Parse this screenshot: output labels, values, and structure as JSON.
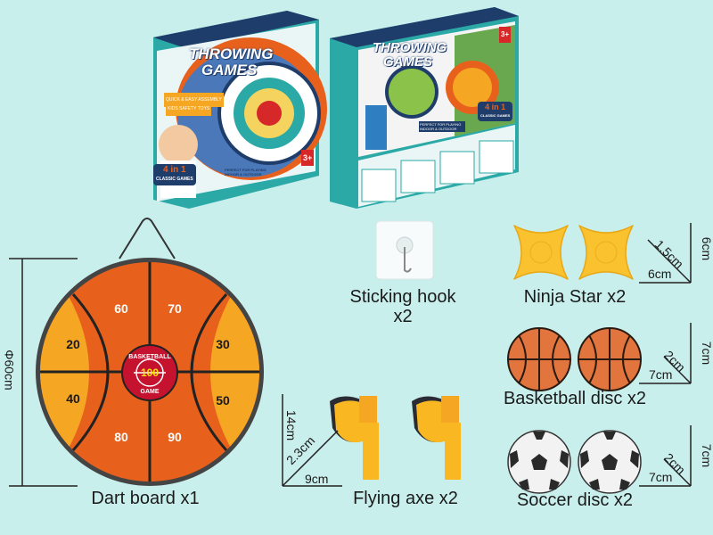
{
  "colors": {
    "background": "#c9efed",
    "board_dark_orange": "#e8611c",
    "board_light_orange": "#f5a623",
    "board_center_red": "#c4122f",
    "box_teal": "#2aa9a6",
    "box_navy": "#1f3d6b",
    "accessory_yellow": "#f9b821"
  },
  "packaging": {
    "title_line1": "THROWING",
    "title_line2": "GAMES",
    "badge_4in1": "4 in 1",
    "badge_classic": "CLASSIC GAMES",
    "age": "3+",
    "front_tag1": "QUICK & EASY ASSEMBLY",
    "front_tag2": "KIDS SAFETY TOYS",
    "perfect_for": "PERFECT FOR PLAYING INDOOR & OUTDOOR"
  },
  "dart_board": {
    "label": "Dart board x1",
    "diameter": "Φ60cm",
    "center_top": "BASKETBALL",
    "center_value": "100",
    "center_bottom": "GAME",
    "scores": [
      "60",
      "70",
      "20",
      "30",
      "40",
      "50",
      "80",
      "90"
    ]
  },
  "sticking_hook": {
    "label_line1": "Sticking hook",
    "label_line2": "x2"
  },
  "flying_axe": {
    "label": "Flying axe x2",
    "height": "14cm",
    "thickness": "2.3cm",
    "width": "9cm"
  },
  "ninja_star": {
    "label": "Ninja Star x2",
    "height": "6cm",
    "thickness": "1.5cm",
    "width": "6cm"
  },
  "basketball_disc": {
    "label": "Basketball disc x2",
    "height": "7cm",
    "thickness": "2cm",
    "width": "7cm"
  },
  "soccer_disc": {
    "label": "Soccer disc x2",
    "height": "7cm",
    "thickness": "2cm",
    "width": "7cm"
  }
}
